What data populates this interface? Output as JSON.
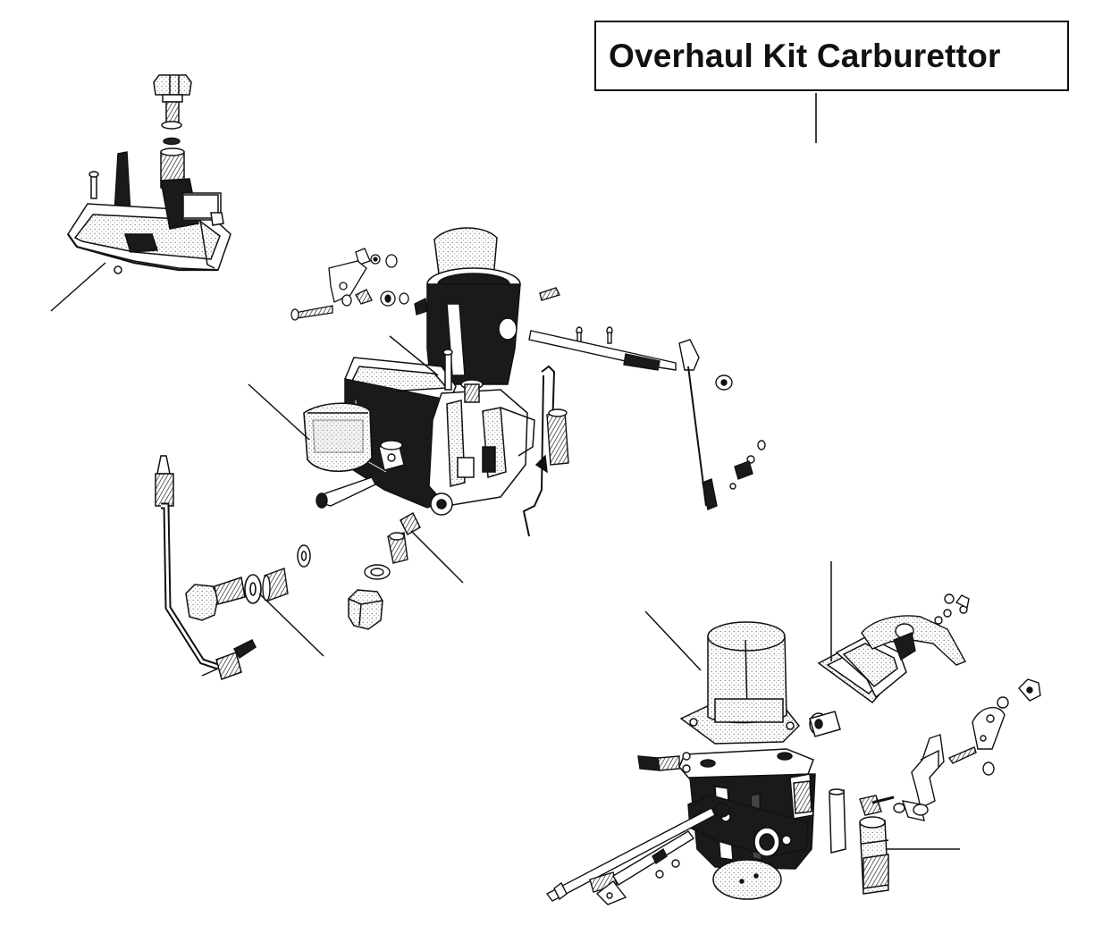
{
  "diagram": {
    "title": "Overhaul Kit Carburettor",
    "colors": {
      "ink": "#111111",
      "shadow": "#1a1a1a",
      "stipple": "#8a8a8a",
      "paper": "#ffffff"
    },
    "parts": [
      {
        "id": "float-chamber-cover-assembly",
        "icon": "cover-assembly-icon"
      },
      {
        "id": "fuel-inlet-union-bolt",
        "icon": "union-bolt-icon"
      },
      {
        "id": "sealing-washer",
        "icon": "washer-icon"
      },
      {
        "id": "fuel-filter-gauze",
        "icon": "filter-icon"
      },
      {
        "id": "fuel-feed-pipe",
        "icon": "pipe-icon"
      },
      {
        "id": "main-jet-carrier",
        "icon": "jet-icon"
      },
      {
        "id": "jet-plug",
        "icon": "plug-icon"
      },
      {
        "id": "carburettor-body",
        "icon": "carburettor-body-icon"
      },
      {
        "id": "float",
        "icon": "float-icon"
      },
      {
        "id": "throttle-linkage",
        "icon": "linkage-icon"
      },
      {
        "id": "flange-gasket",
        "icon": "gasket-icon"
      },
      {
        "id": "lower-carburettor-body",
        "icon": "lower-body-icon"
      },
      {
        "id": "choke-cover-and-lever",
        "icon": "choke-lever-icon"
      },
      {
        "id": "accelerator-pump",
        "icon": "pump-icon"
      }
    ]
  }
}
